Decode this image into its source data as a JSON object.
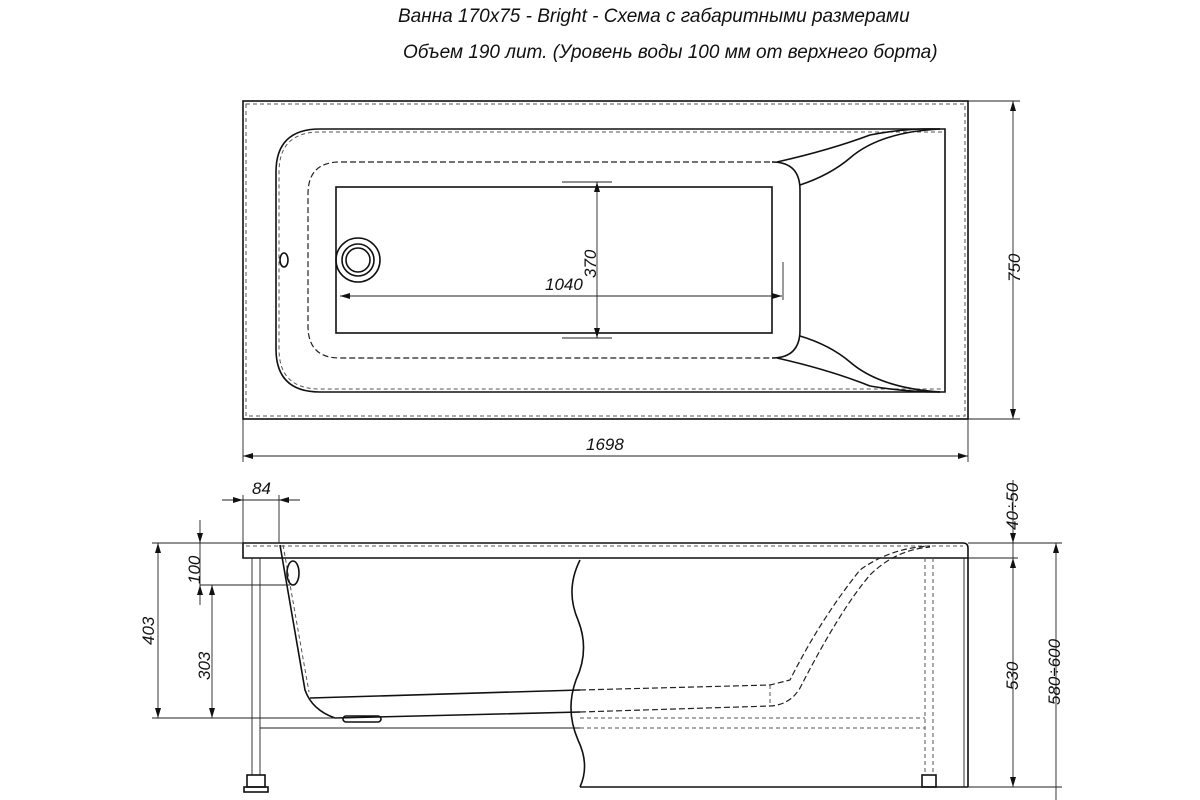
{
  "header": {
    "title": "Ванна 170х75 - Bright - Схема с габаритными размерами",
    "subtitle": "Объем 190 лит. (Уровень воды 100 мм от верхнего борта)"
  },
  "top_view": {
    "dimensions": {
      "overall_length": "1698",
      "overall_width": "750",
      "bottom_length": "1040",
      "bottom_width": "370"
    }
  },
  "side_view": {
    "dimensions": {
      "rim_offset": "84",
      "water_level_from_top": "100",
      "depth_total": "403",
      "depth_water": "303",
      "frame_adjust": "40÷50",
      "frame_height": "530",
      "total_height": "580÷600"
    }
  },
  "colors": {
    "line": "#111111",
    "background": "#ffffff"
  }
}
